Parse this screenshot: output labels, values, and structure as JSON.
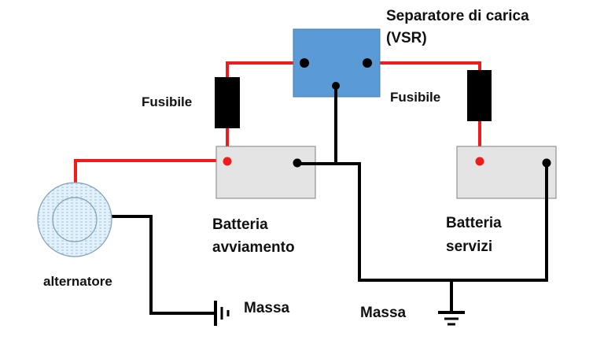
{
  "title": "Schema collegamento separatore di carica (VSR)",
  "colors": {
    "positive_wire": "#ee1c1c",
    "ground_wire": "#000000",
    "vsr_fill": "#5b9bd5",
    "vsr_border": "#4a7fb0",
    "battery_fill": "#e4e4e4",
    "battery_border": "#808080",
    "fuse_fill": "#000000",
    "alternator_fill": "#dceef8",
    "alternator_stroke": "#7f9fb8"
  },
  "labels": {
    "vsr_line1": "Separatore di carica",
    "vsr_line2": "(VSR)",
    "fuse_left": "Fusibile",
    "fuse_right": "Fusibile",
    "battery_start_line1": "Batteria",
    "battery_start_line2": "avviamento",
    "battery_service_line1": "Batteria",
    "battery_service_line2": "servizi",
    "alternator": "alternatore",
    "ground_left": "Massa",
    "ground_right": "Massa"
  },
  "components": [
    {
      "id": "vsr",
      "type": "voltage-sensitive-relay",
      "terminals": [
        "input",
        "output",
        "ground"
      ]
    },
    {
      "id": "fuse-left",
      "type": "fuse"
    },
    {
      "id": "fuse-right",
      "type": "fuse"
    },
    {
      "id": "battery-start",
      "type": "battery",
      "terminals": [
        "positive",
        "negative"
      ]
    },
    {
      "id": "battery-service",
      "type": "battery",
      "terminals": [
        "positive",
        "negative"
      ]
    },
    {
      "id": "alternator",
      "type": "alternator"
    },
    {
      "id": "ground-left",
      "type": "chassis-ground"
    },
    {
      "id": "ground-right",
      "type": "earth-ground"
    }
  ],
  "connections": [
    {
      "from": "alternator",
      "to": "battery-start.positive",
      "wire": "positive"
    },
    {
      "from": "battery-start.positive",
      "to": "fuse-left",
      "wire": "positive"
    },
    {
      "from": "fuse-left",
      "to": "vsr.input",
      "wire": "positive"
    },
    {
      "from": "vsr.output",
      "to": "fuse-right",
      "wire": "positive"
    },
    {
      "from": "fuse-right",
      "to": "battery-service.positive",
      "wire": "positive"
    },
    {
      "from": "vsr.ground",
      "to": "battery-start.negative",
      "wire": "ground"
    },
    {
      "from": "battery-start.negative",
      "to": "ground-right",
      "wire": "ground"
    },
    {
      "from": "battery-service.negative",
      "to": "ground-right",
      "wire": "ground"
    },
    {
      "from": "alternator",
      "to": "ground-left",
      "wire": "ground"
    }
  ]
}
